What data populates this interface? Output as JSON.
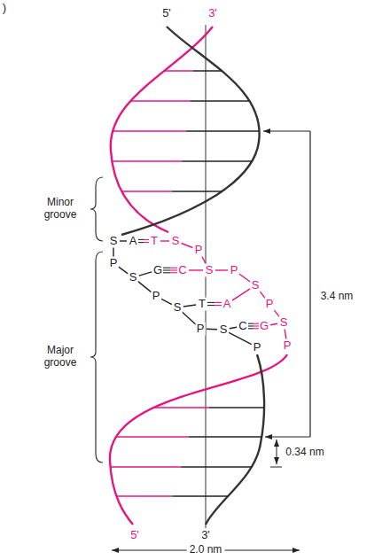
{
  "diagram": {
    "labels": [
      ")",
      "5'",
      "3'",
      "Minor groove",
      "Major groove",
      "S",
      "A",
      "P",
      "S",
      "G",
      "P",
      "S",
      "T",
      "P",
      "S",
      "C",
      "P",
      "T",
      "S",
      "P",
      "C",
      "S",
      "P",
      "S",
      "A",
      "P",
      "S",
      "G",
      "P",
      "3.4 nm",
      "0.34 nm",
      "5'",
      "3'",
      "2.0 nm"
    ]
  }
}
